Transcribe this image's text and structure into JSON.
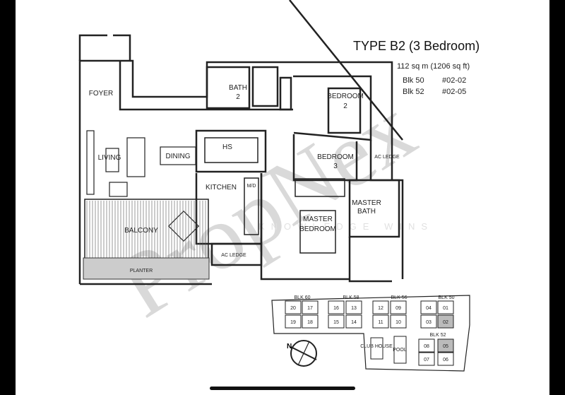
{
  "plan": {
    "title": "TYPE B2 (3 Bedroom)",
    "area": "112 sq m (1206 sq ft)",
    "units": [
      {
        "block": "Blk 50",
        "unit": "#02-02"
      },
      {
        "block": "Blk 52",
        "unit": "#02-05"
      }
    ],
    "rooms": {
      "foyer": "FOYER",
      "bath2": "BATH",
      "bath2_num": "2",
      "bedroom2": "BEDROOM",
      "bedroom2_num": "2",
      "living": "LIVING",
      "dining": "DINING",
      "hs": "HS",
      "bedroom3": "BEDROOM",
      "bedroom3_num": "3",
      "ac_ledge_1": "AC LEDGE",
      "kitchen": "KITCHEN",
      "md": "M/D",
      "master_bath_1": "MASTER",
      "master_bath_2": "BATH",
      "master_bed_1": "MASTER",
      "master_bed_2": "BEDROOM",
      "balcony": "BALCONY",
      "ac_ledge_2": "AC LEDGE",
      "planter": "PLANTER"
    }
  },
  "key_plan": {
    "blocks": [
      "BLK 60",
      "BLK 58",
      "BLK 56",
      "BLK 50",
      "BLK 52"
    ],
    "units_top": [
      "20",
      "17",
      "16",
      "13",
      "12",
      "09",
      "04",
      "01"
    ],
    "units_bottom": [
      "19",
      "18",
      "15",
      "14",
      "11",
      "10",
      "03",
      "02"
    ],
    "units_blk52": [
      "08",
      "05",
      "07",
      "06"
    ],
    "club_house": "CLUB HOUSE",
    "pool": "POOL",
    "compass": "N",
    "highlight_color": "#333333"
  },
  "watermark": {
    "brand": "PropNex",
    "tagline": "KNOWLEDGE WINS"
  }
}
